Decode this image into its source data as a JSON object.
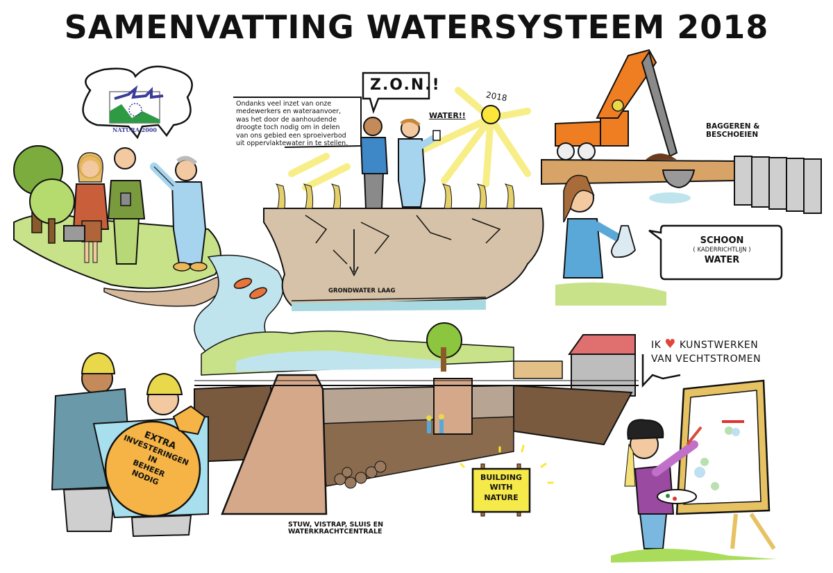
{
  "title": "SAMENVATTING WATERSYSTEEM 2018",
  "colors": {
    "background": "#ffffff",
    "soil": "#d6c2a8",
    "water": "#bfe4ee",
    "grass": "#c8e28a",
    "tree_dark": "#7cab3e",
    "excavator_orange": "#ef7d22",
    "helmet_yellow": "#e8d84a",
    "money_bag": "#f5b445",
    "sign_yellow": "#f6e94a",
    "overall_blue": "#a6d3ee",
    "heart_red": "#e0453a",
    "roof_red": "#e07070"
  },
  "scenes": {
    "natura": {
      "logo_text": "NATURA 2000"
    },
    "drought": {
      "caption": "Ondanks veel inzet van onze medewerkers en wateraanvoer, was het door de aanhoudende droogte toch nodig om in delen van ons gebied een sproeiverbod uit oppervlaktewater in te stellen.",
      "caption_lines": [
        "Ondanks veel inzet van onze",
        "medewerkers en wateraanvoer,",
        "was het door de aanhoudende",
        "droogte toch nodig om in delen",
        "van ons gebied een sproeiverbod",
        "uit oppervlaktewater in te stellen."
      ],
      "speech": "Z.O.N.!",
      "shout": "WATER!!",
      "sun_year": "2018",
      "groundwater_label": "GRONDWATER LAAG"
    },
    "dredging": {
      "label_line1": "BAGGEREN &",
      "label_line2": "BESCHOEIEN",
      "bubble_line1": "SCHOON",
      "bubble_line2": "( KADERRICHTLIJN )",
      "bubble_line3": "WATER"
    },
    "investment": {
      "bag_lines": [
        "EXTRA",
        "INVESTERINGEN",
        "IN",
        "BEHEER",
        "NODIG"
      ]
    },
    "weir": {
      "sign_lines": [
        "BUILDING",
        "WITH",
        "NATURE"
      ],
      "caption_line1": "STUW, VISTRAP, SLUIS EN",
      "caption_line2": "WATERKRACHTCENTRALE"
    },
    "artist": {
      "speech_prefix": "IK",
      "heart_symbol": "♥",
      "speech_line1_rest": "KUNSTWERKEN",
      "speech_line2": "VAN VECHTSTROMEN"
    }
  }
}
